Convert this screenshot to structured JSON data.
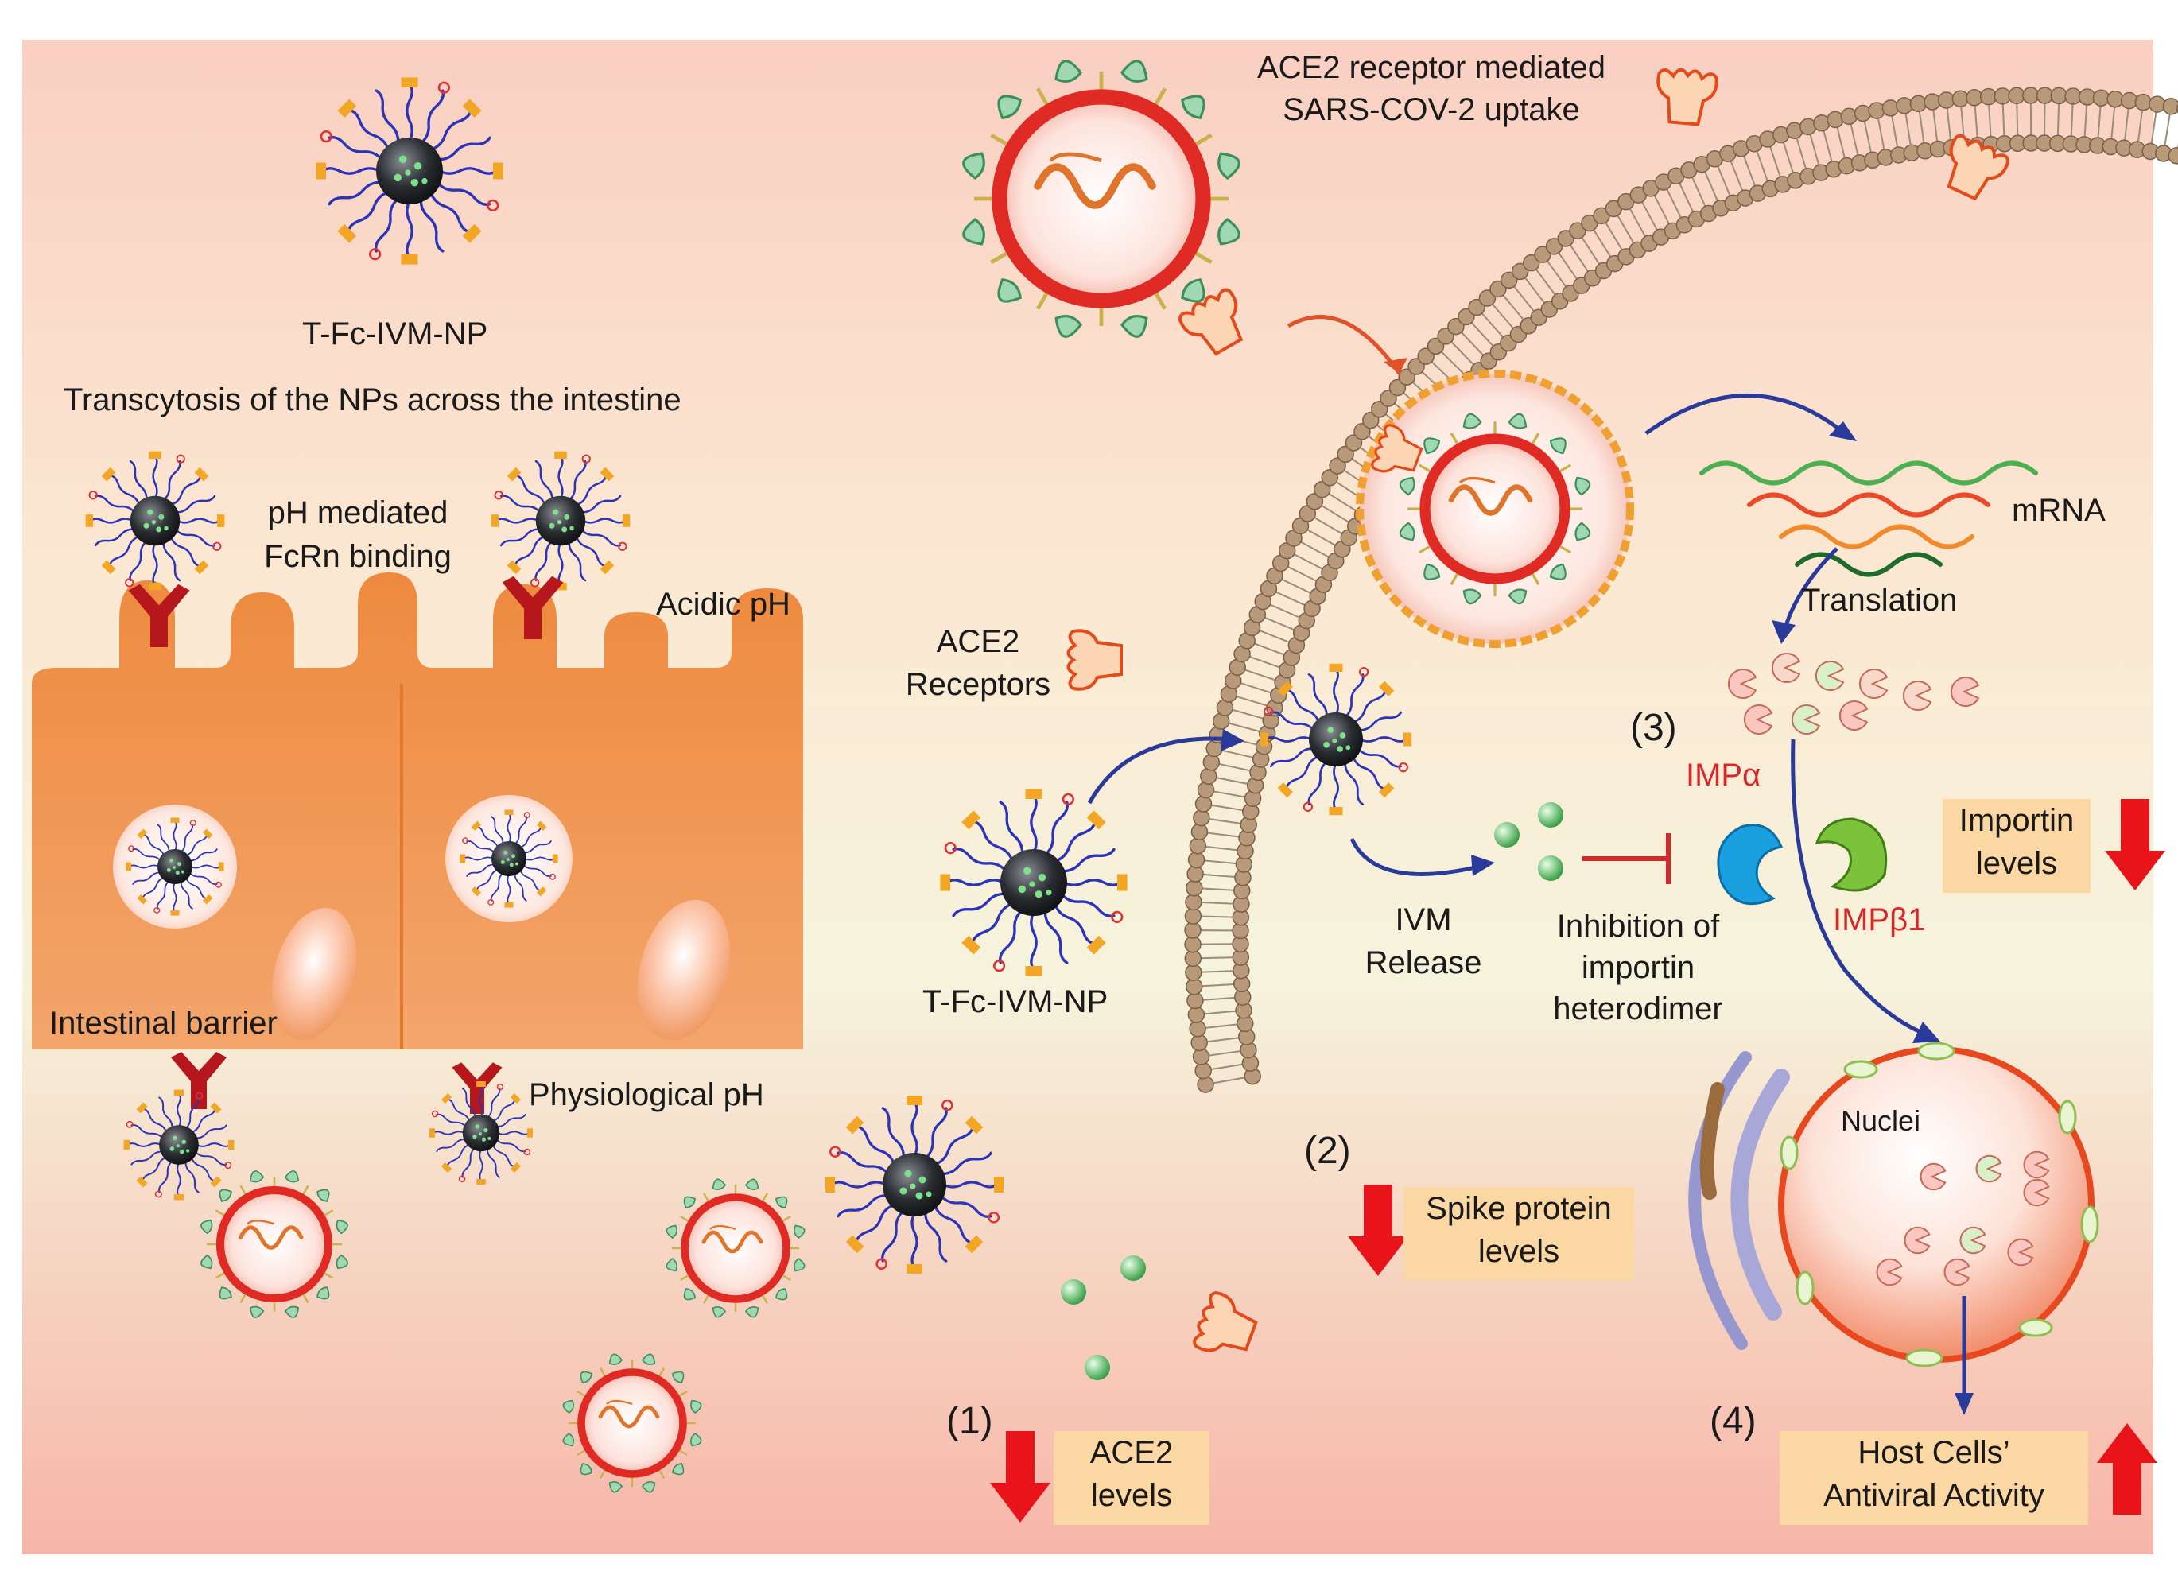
{
  "labels": {
    "np_title": "T-Fc-IVM-NP",
    "transcytosis": "Transcytosis of the NPs across the intestine",
    "ph_binding_1": "pH mediated",
    "ph_binding_2": "FcRn binding",
    "acidic_ph": "Acidic pH",
    "intestinal_barrier": "Intestinal barrier",
    "physiological_ph": "Physiological pH",
    "ace2_uptake_1": "ACE2 receptor mediated",
    "ace2_uptake_2": "SARS-COV-2 uptake",
    "ace2_receptors_1": "ACE2",
    "ace2_receptors_2": "Receptors",
    "np_label_2": "T-Fc-IVM-NP",
    "mrna": "mRNA",
    "translation": "Translation",
    "step3": "(3)",
    "imp_alpha": "IMPα",
    "imp_beta": "IMPβ1",
    "ivm_release_1": "IVM",
    "ivm_release_2": "Release",
    "inhibition_1": "Inhibition of",
    "inhibition_2": "importin",
    "inhibition_3": "heterodimer",
    "nuclei": "Nuclei",
    "step2": "(2)",
    "step1": "(1)",
    "step4": "(4)"
  },
  "boxes": {
    "importin_1": "Importin",
    "importin_2": "levels",
    "spike_1": "Spike protein",
    "spike_2": "levels",
    "ace2_levels_1": "ACE2",
    "ace2_levels_2": "levels",
    "host_1": "Host Cells’",
    "host_2": "Antiviral Activity"
  },
  "colors": {
    "cell_orange": "#ee8a3f",
    "virus_red": "#e02a24",
    "membrane_bead": "#b89a7a",
    "down_arrow": "#e8141a",
    "box_fill": "#fbd7a4",
    "np_arm_blue": "#2b33b8"
  }
}
